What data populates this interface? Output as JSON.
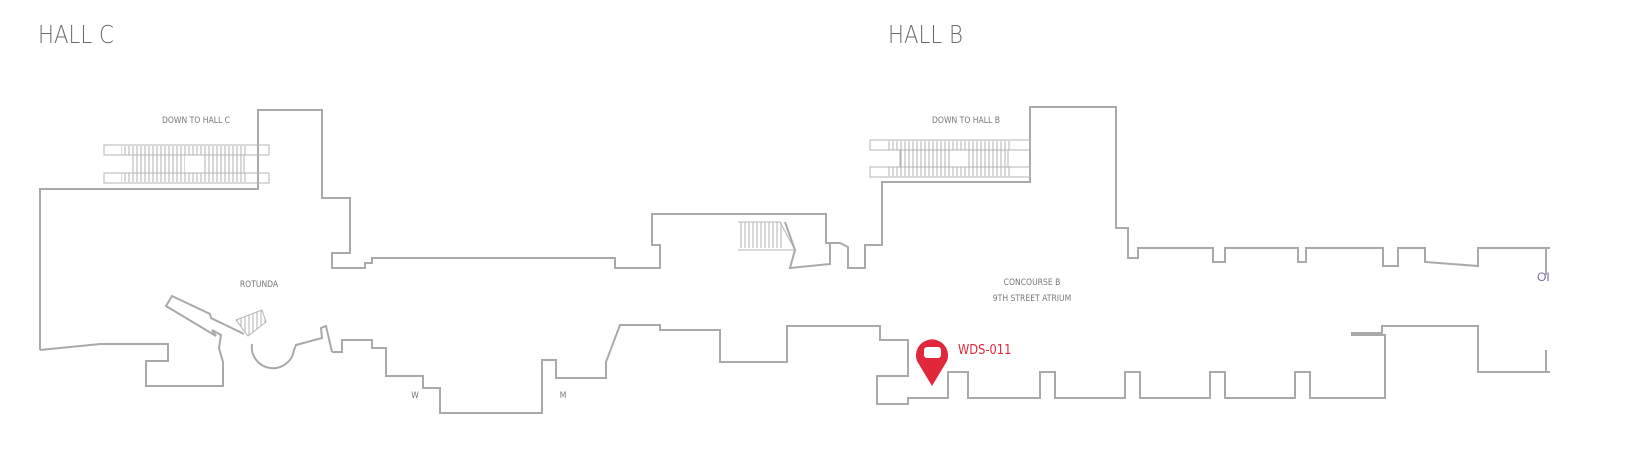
{
  "map": {
    "halls": [
      {
        "id": "hall-c",
        "label": "HALL C"
      },
      {
        "id": "hall-b",
        "label": "HALL B"
      }
    ],
    "areas": {
      "down_to_hall_c": "DOWN TO HALL C",
      "down_to_hall_b": "DOWN TO HALL B",
      "rotunda": "ROTUNDA",
      "concourse_b": "CONCOURSE B",
      "atrium": "9TH STREET ATRIUM",
      "restroom_w": "W",
      "restroom_m": "M",
      "edge_label": "OI"
    },
    "marker": {
      "label": "WDS-011",
      "color": "#e0283a",
      "icon": "map-pin-icon"
    },
    "colors": {
      "walls": "#a9a9a9",
      "text": "#6a6a6a"
    }
  }
}
